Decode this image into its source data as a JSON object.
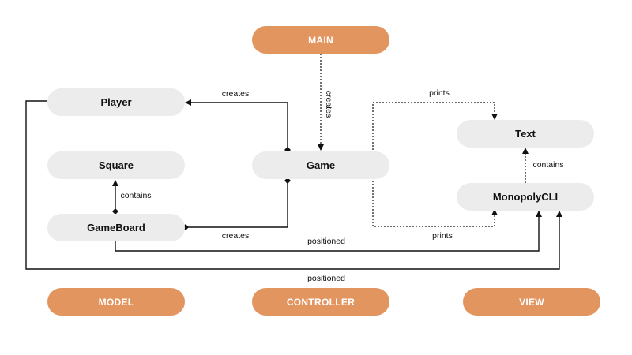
{
  "nodes": {
    "main": "MAIN",
    "player": "Player",
    "square": "Square",
    "gameboard": "GameBoard",
    "game": "Game",
    "text": "Text",
    "monopolycli": "MonopolyCLI",
    "model": "MODEL",
    "controller": "CONTROLLER",
    "view": "VIEW"
  },
  "edges": {
    "main_creates_game": "creates",
    "game_creates_player": "creates",
    "game_creates_gameboard": "creates",
    "gameboard_contains_square": "contains",
    "game_prints_text": "prints",
    "game_prints_monopolycli": "prints",
    "monopolycli_contains_text": "contains",
    "gameboard_positioned_monopolycli": "positioned",
    "player_positioned_monopolycli": "positioned"
  },
  "colors": {
    "role_fill": "#e3955f",
    "node_fill": "#ececec",
    "line": "#111111"
  }
}
